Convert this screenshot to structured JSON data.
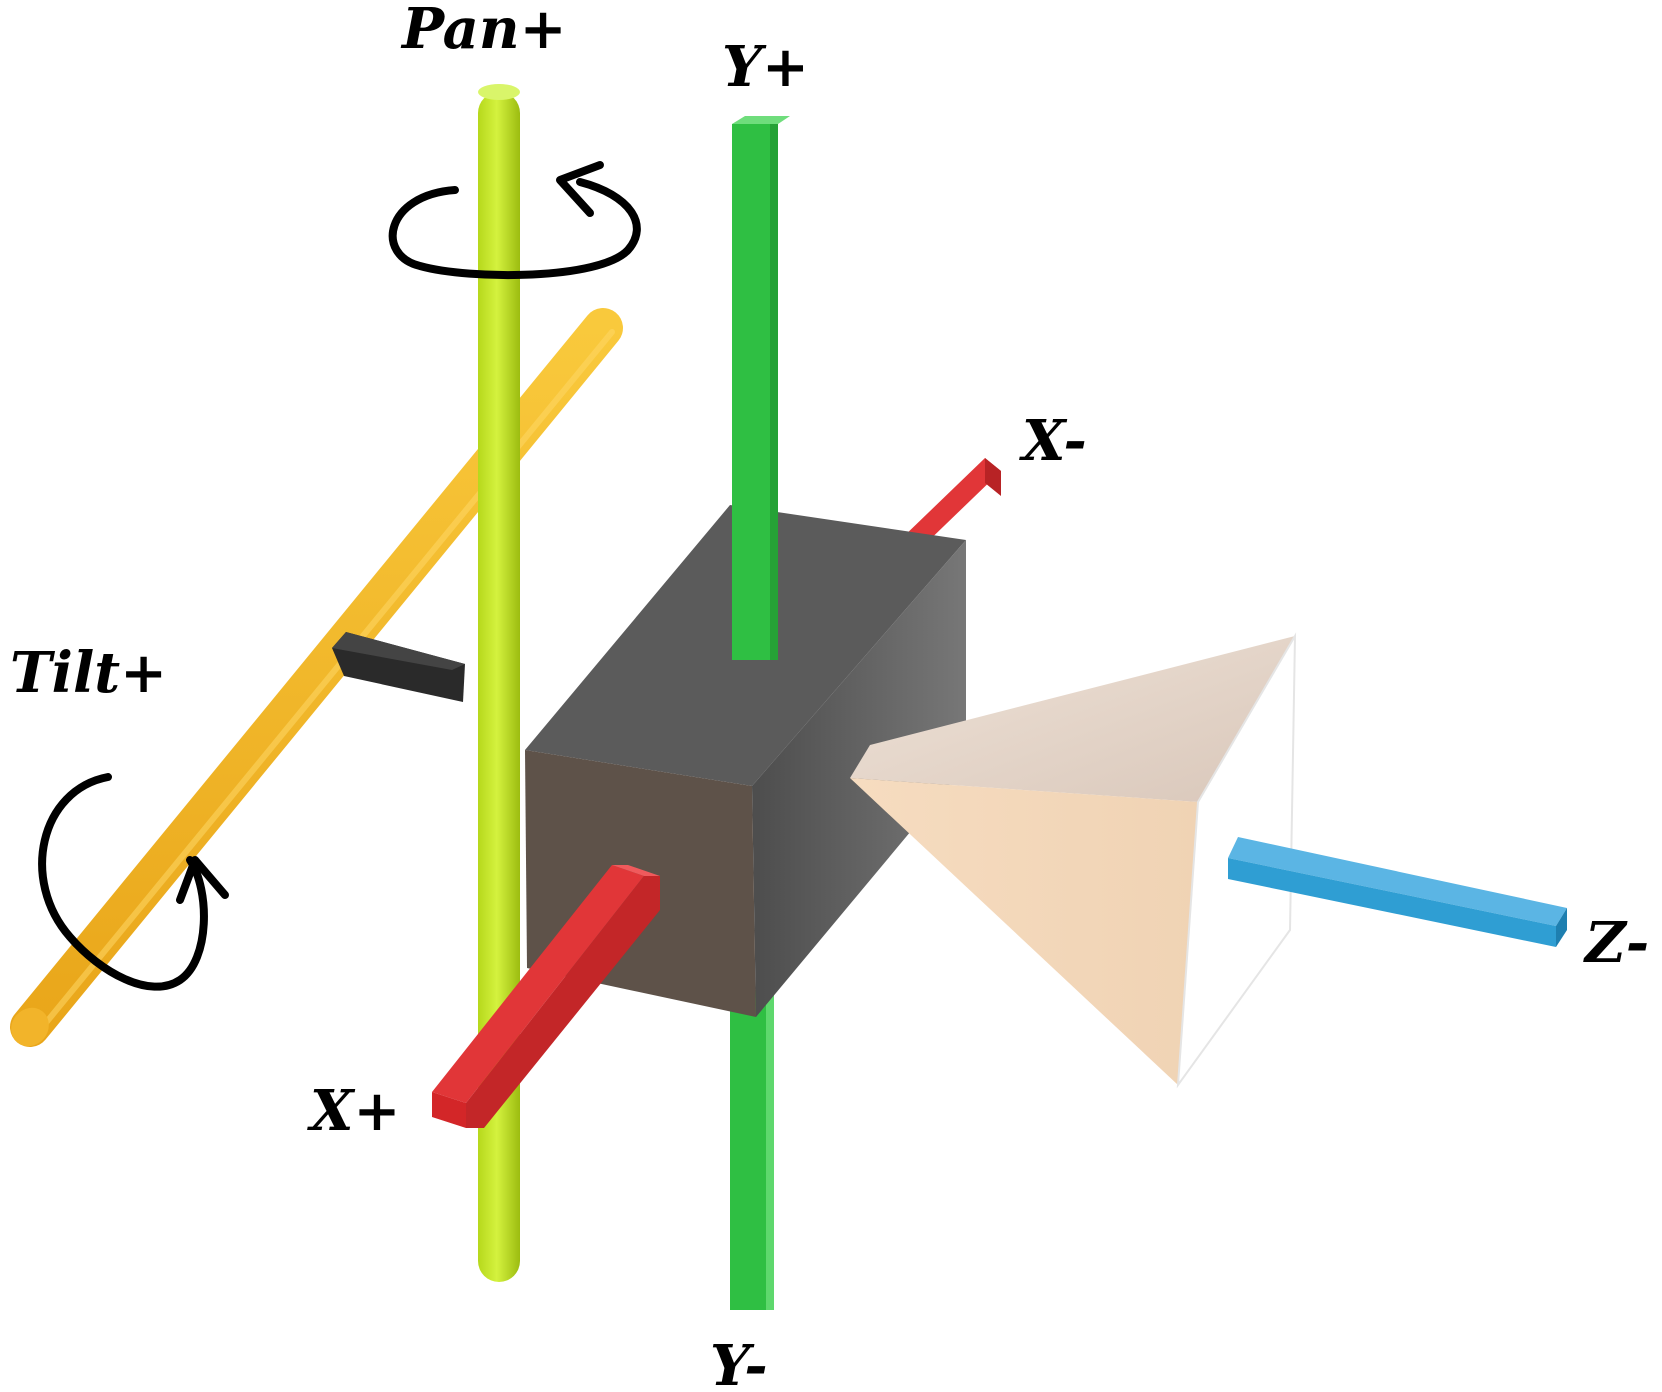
{
  "labels": {
    "pan": "Pan+",
    "tilt": "Tilt+",
    "y_plus": "Y+",
    "y_minus": "Y-",
    "x_minus": "X-",
    "x_plus": "X+",
    "z_minus": "Z-"
  },
  "colors": {
    "pan_axis": "#c6e82c",
    "tilt_axis": "#f6bd2c",
    "y_axis": "#2fbf43",
    "x_axis": "#e13638",
    "z_axis": "#2f9ed3",
    "camera_body": "#5e5854",
    "lens_cone": "#f4d9bb",
    "mount_arm": "#2a2a2a",
    "rotation_arrows": "#000000"
  },
  "icons": {
    "pan_rotation": "circular-arrow-icon",
    "tilt_rotation": "circular-arrow-icon"
  }
}
